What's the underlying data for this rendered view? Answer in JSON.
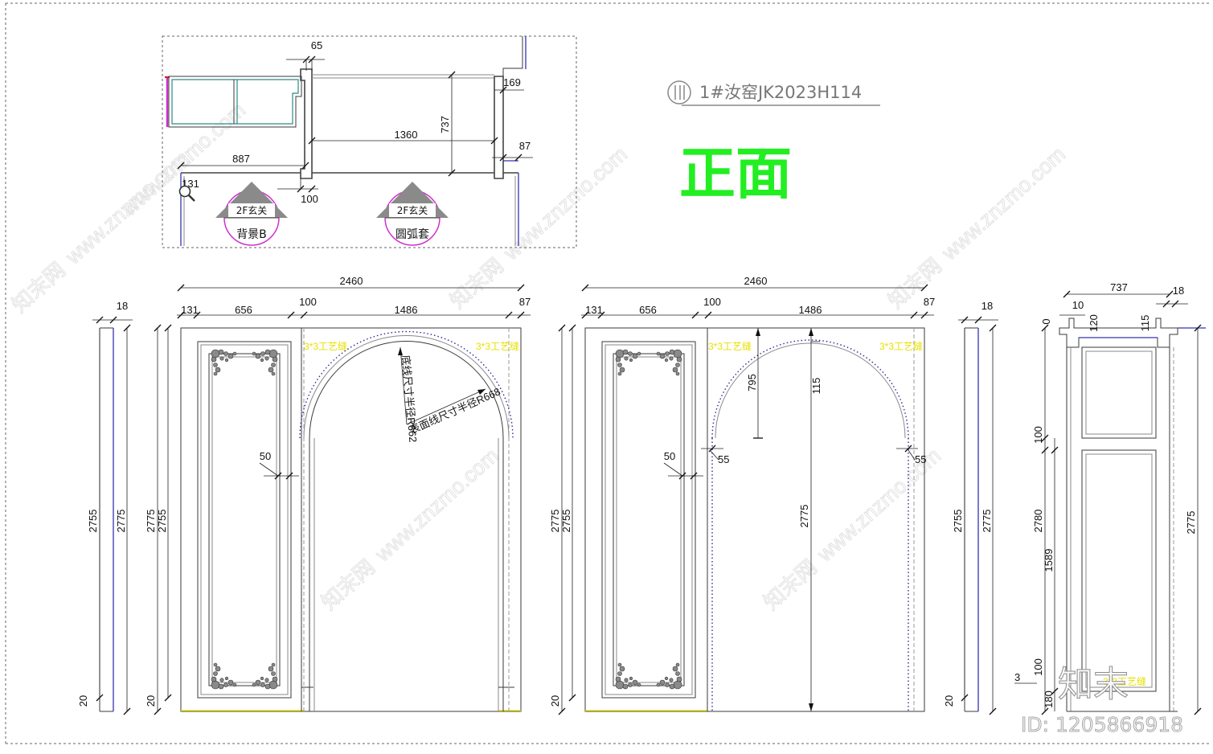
{
  "title": {
    "drawing_no": "1#汝窑JK2023H114",
    "view": "正面"
  },
  "plan": {
    "dims": {
      "wall": "65",
      "column": "169",
      "depth": "737",
      "width": "1360",
      "return": "87",
      "cabinet": "887",
      "gap": "131",
      "column_b": "100"
    },
    "markers": [
      {
        "tag": "2F玄关",
        "name": "背景B"
      },
      {
        "tag": "2F玄关",
        "name": "圆弧套"
      }
    ]
  },
  "elevation_a": {
    "overall_width": "2460",
    "segments": [
      "131",
      "656",
      "100",
      "1486",
      "87"
    ],
    "joint_labels": [
      "3*3工艺缝",
      "3*3工艺缝"
    ],
    "panel_gap": "50",
    "radius_labels": [
      "底线尺寸半径R662",
      "表面线尺寸半径R668"
    ],
    "heights": [
      "2775",
      "2755"
    ],
    "base": "20"
  },
  "elevation_b": {
    "overall_width": "2460",
    "segments": [
      "131",
      "656",
      "100",
      "1486",
      "87"
    ],
    "joint_labels": [
      "3*3工艺缝",
      "3*3工艺缝"
    ],
    "panel_gap": "50",
    "arch_rise": "795",
    "trim": "115",
    "reveals": [
      "55",
      "55"
    ],
    "center_height": "2775",
    "heights": [
      "2775",
      "2755"
    ],
    "base": "20"
  },
  "side_a": {
    "thickness": "18",
    "heights": [
      "2755",
      "2775"
    ],
    "base": "20"
  },
  "side_b": {
    "thickness": "18",
    "heights": [
      "2755",
      "2775"
    ],
    "base": "20"
  },
  "section": {
    "width": "737",
    "thickness": "18",
    "top_dims": [
      "10",
      "120",
      "0",
      "115"
    ],
    "left_dims": [
      "100",
      "2780",
      "1589",
      "100",
      "3",
      "180"
    ],
    "height": "2775",
    "joint_label": "3*3工艺缝"
  },
  "watermark": {
    "logo": "知末",
    "id": "ID: 1205866918",
    "site": "www.znzmo.com",
    "brand": "知末网"
  },
  "colors": {
    "view_label": "#22ee22",
    "joint_label": "#e8e000",
    "marker_circle": "#d030d0",
    "wall_line": "#3434b4"
  }
}
